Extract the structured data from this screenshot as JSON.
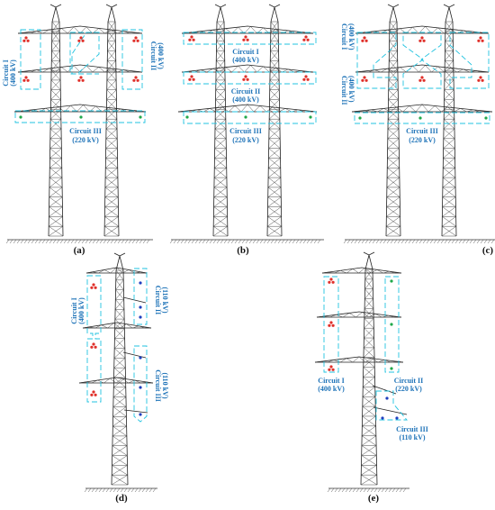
{
  "colors": {
    "label": "#1e73b8",
    "circuit_box": "#22c3e0",
    "conductor_400kv": "#e0302a",
    "conductor_220kv": "#1fa84a",
    "conductor_110kv": "#1f3fbf",
    "structure": "#222222"
  },
  "panels": {
    "a": {
      "label": "(a)",
      "circuit1": {
        "name": "Circuit I",
        "voltage": "(400 kV)"
      },
      "circuit2": {
        "name": "Circuit II",
        "voltage": "(400 kV)"
      },
      "circuit3": {
        "name": "Circuit III",
        "voltage": "(220 kV)"
      }
    },
    "b": {
      "label": "(b)",
      "circuit1": {
        "name": "Circuit I",
        "voltage": "(400 kV)"
      },
      "circuit2": {
        "name": "Circuit II",
        "voltage": "(400 kV)"
      },
      "circuit3": {
        "name": "Circuit III",
        "voltage": "(220 kV)"
      }
    },
    "c": {
      "label": "(c)",
      "circuit1": {
        "name": "Circuit I",
        "voltage": "(400 kV)"
      },
      "circuit2": {
        "name": "Circuit II",
        "voltage": "(400 kV)"
      },
      "circuit3": {
        "name": "Circuit III",
        "voltage": "(220 kV)"
      }
    },
    "d": {
      "label": "(d)",
      "circuit1": {
        "name": "Circuit I",
        "voltage": "(400 kV)"
      },
      "circuit2": {
        "name": "Circuit II",
        "voltage": "(110 kV)"
      },
      "circuit3": {
        "name": "Circuit III",
        "voltage": "(110 kV)"
      }
    },
    "e": {
      "label": "(e)",
      "circuit1": {
        "name": "Circuit I",
        "voltage": "(400 kV)"
      },
      "circuit2": {
        "name": "Circuit II",
        "voltage": "(220 kV)"
      },
      "circuit3": {
        "name": "Circuit III",
        "voltage": "(110 kV)"
      }
    }
  }
}
